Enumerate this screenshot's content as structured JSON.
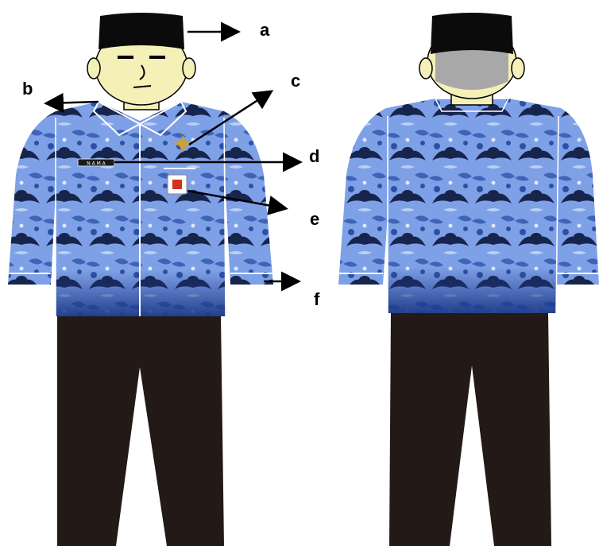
{
  "labels": {
    "a": "a",
    "b": "b",
    "c": "c",
    "d": "d",
    "e": "e",
    "f": "f"
  },
  "name_tag_text": "N A M A",
  "colors": {
    "batik_light": "#7ea0e6",
    "batik_mid": "#3f63b8",
    "batik_dark": "#17254d",
    "batik_hem": "#1e3a8a",
    "trousers": "#231a17",
    "cap": "#0b0b0b",
    "skin": "#f4f0b8",
    "hair_back": "#a8a8a8",
    "badge_red": "#d4311e"
  }
}
